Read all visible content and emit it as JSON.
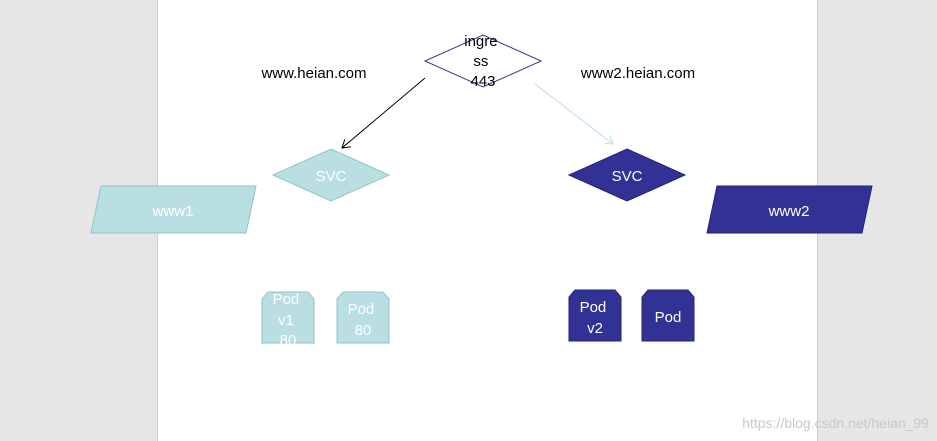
{
  "colors": {
    "light_fill": "#b9dfe3",
    "light_stroke": "#8fc3c8",
    "dark_fill": "#323296",
    "dark_stroke": "#222278",
    "ingress_stroke": "#3b3b8e",
    "left_arrow": "#000000",
    "right_arrow": "#b9dfe3"
  },
  "ingress": {
    "lines": [
      "ingre",
      "ss",
      "443"
    ]
  },
  "hosts": {
    "left": "www.heian.com",
    "right": "www2.heian.com"
  },
  "left": {
    "svc_label": "SVC",
    "deploy_label": "www1",
    "pods": [
      {
        "lines": [
          "Pod",
          "v1",
          "80"
        ]
      },
      {
        "lines": [
          "Pod",
          "80"
        ]
      }
    ]
  },
  "right": {
    "svc_label": "SVC",
    "deploy_label": "www2",
    "pods": [
      {
        "lines": [
          "Pod",
          "v2"
        ]
      },
      {
        "lines": [
          "Pod"
        ]
      }
    ]
  },
  "watermark": "https://blog.csdn.net/heian_99"
}
